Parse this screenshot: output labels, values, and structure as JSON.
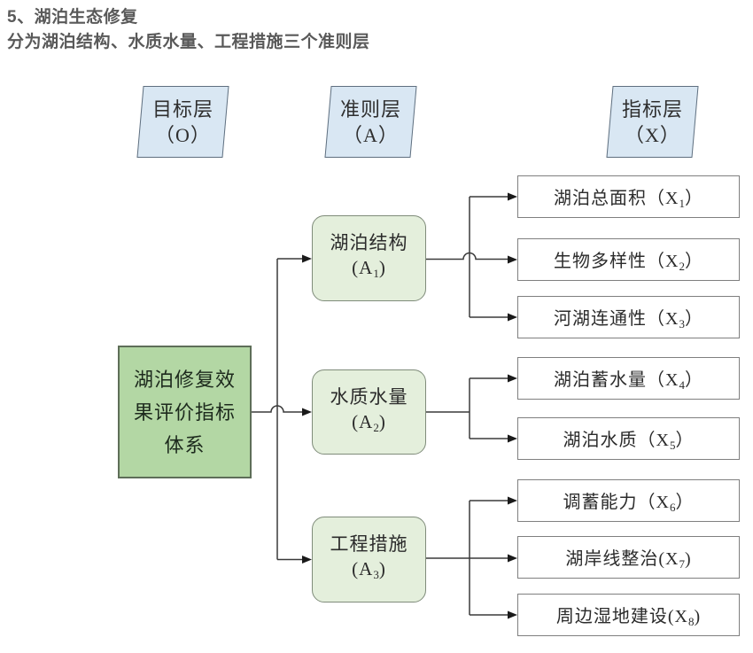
{
  "title": {
    "line1": "5、湖泊生态修复",
    "line2": "分为湖泊结构、水质水量、工程措施三个准则层"
  },
  "layers": [
    {
      "name": "目标层",
      "code": "（O）"
    },
    {
      "name": "准则层",
      "code": "（A）"
    },
    {
      "name": "指标层",
      "code": "（X）"
    }
  ],
  "goal": {
    "label": "湖泊修复效果评价指标体系"
  },
  "criteria": [
    {
      "name": "湖泊结构",
      "code_pre": "(A",
      "code_sub": "1",
      "code_post": ")"
    },
    {
      "name": "水质水量",
      "code_pre": "(A",
      "code_sub": "2",
      "code_post": ")"
    },
    {
      "name": "工程措施",
      "code_pre": "(A",
      "code_sub": "3",
      "code_post": ")"
    }
  ],
  "indicators": [
    {
      "pre": "湖泊总面积（X",
      "sub": "1",
      "post": "）"
    },
    {
      "pre": "生物多样性（X",
      "sub": "2",
      "post": "）"
    },
    {
      "pre": "河湖连通性（X",
      "sub": "3",
      "post": "）"
    },
    {
      "pre": "湖泊蓄水量（X",
      "sub": "4",
      "post": "）"
    },
    {
      "pre": "湖泊水质（X",
      "sub": "5",
      "post": "）"
    },
    {
      "pre": "调蓄能力（X",
      "sub": "6",
      "post": "）"
    },
    {
      "pre": "湖岸线整治(X",
      "sub": "7",
      "post": ")"
    },
    {
      "pre": "周边湿地建设(X",
      "sub": "8",
      "post": ")"
    }
  ],
  "colors": {
    "title_text": "#595959",
    "goal_fill": "#b3d7a4",
    "criterion_fill": "#e4efdc",
    "layer_fill": "#d9e7f3",
    "indicator_fill": "#ffffff",
    "line": "#3a3a3a"
  }
}
